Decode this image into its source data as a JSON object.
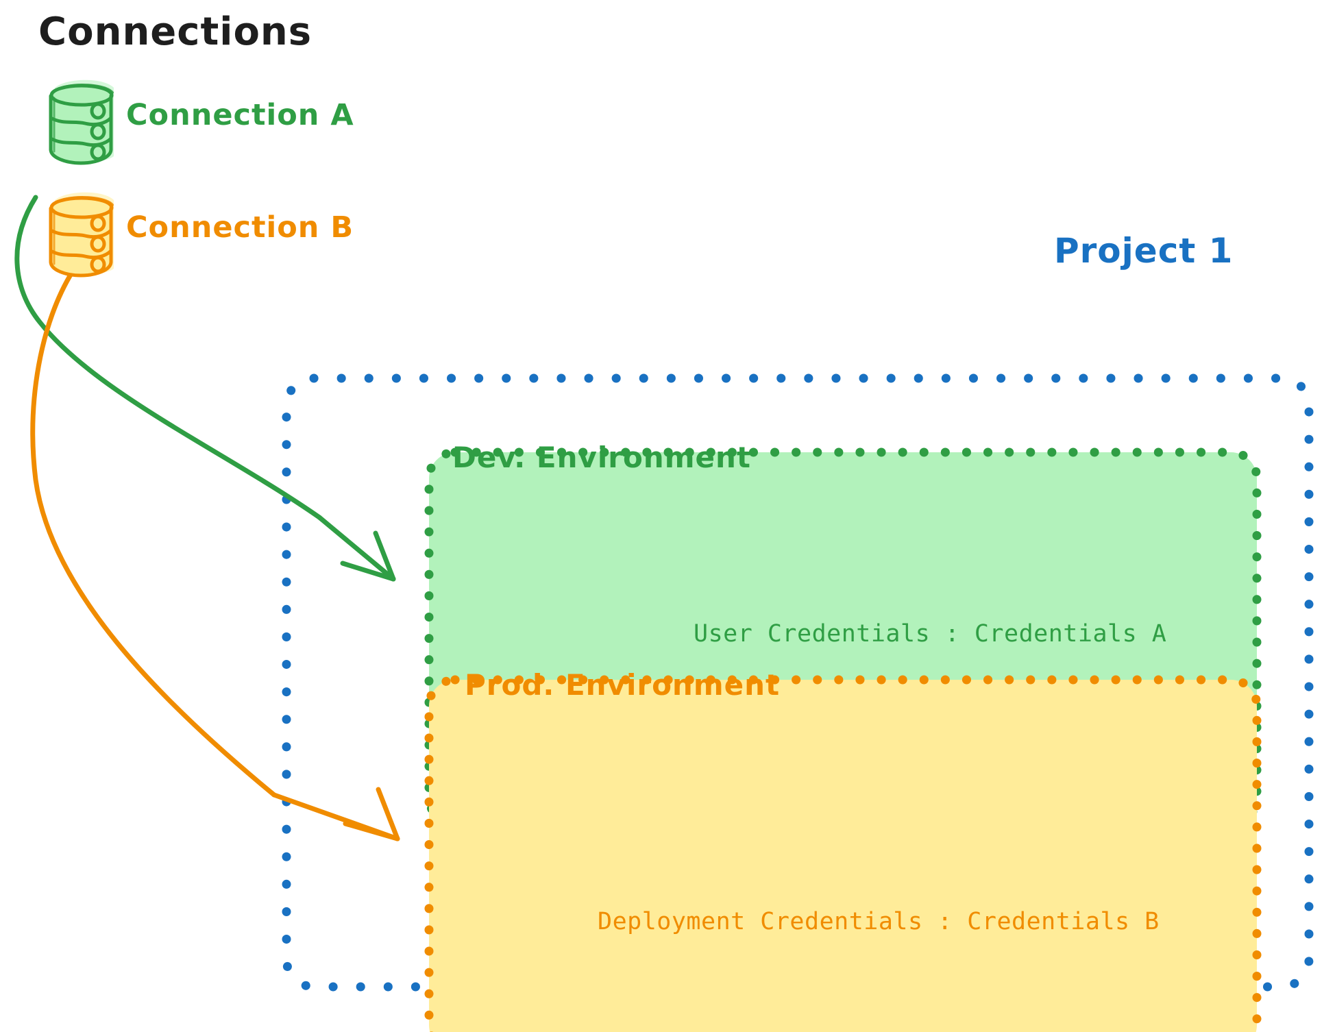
{
  "diagram": {
    "title": "Connections",
    "title_color": "#1e1e1e",
    "background": "#ffffff"
  },
  "connections": [
    {
      "id": "connection-a",
      "label": "Connection A",
      "icon": "database-cylinder-icon",
      "stroke_color": "#2f9e44",
      "fill_color": "#b2f2bb",
      "targets": "dev-environment"
    },
    {
      "id": "connection-b",
      "label": "Connection B",
      "icon": "database-cylinder-icon",
      "stroke_color": "#f08c00",
      "fill_color": "#ffec99",
      "targets": "prod-environment"
    }
  ],
  "project": {
    "label": "Project 1",
    "border_color": "#1971c2",
    "border_style": "dotted",
    "environments": [
      {
        "id": "dev-environment",
        "label": "Dev. Environment",
        "credential_key": "User Credentials",
        "credential_separator": ":",
        "credential_value": "Credentials A",
        "credential_line": "User Credentials : Credentials A",
        "border_color": "#2f9e44",
        "fill_color": "#b2f2bb",
        "border_style": "dotted"
      },
      {
        "id": "prod-environment",
        "label": "Prod. Environment",
        "credential_key": "Deployment Credentials",
        "credential_separator": ":",
        "credential_value": "Credentials B",
        "credential_line": "Deployment Credentials : Credentials B",
        "border_color": "#f08c00",
        "fill_color": "#ffec99",
        "border_style": "dotted"
      }
    ]
  },
  "arrows": [
    {
      "id": "arrow-connection-a-to-dev",
      "from": "connection-a",
      "to": "dev-environment",
      "color": "#2f9e44"
    },
    {
      "id": "arrow-connection-b-to-prod",
      "from": "connection-b",
      "to": "prod-environment",
      "color": "#f08c00"
    }
  ],
  "colors": {
    "green_stroke": "#2f9e44",
    "green_fill": "#b2f2bb",
    "orange_stroke": "#f08c00",
    "orange_fill": "#ffec99",
    "blue_stroke": "#1971c2",
    "ink": "#1e1e1e"
  }
}
